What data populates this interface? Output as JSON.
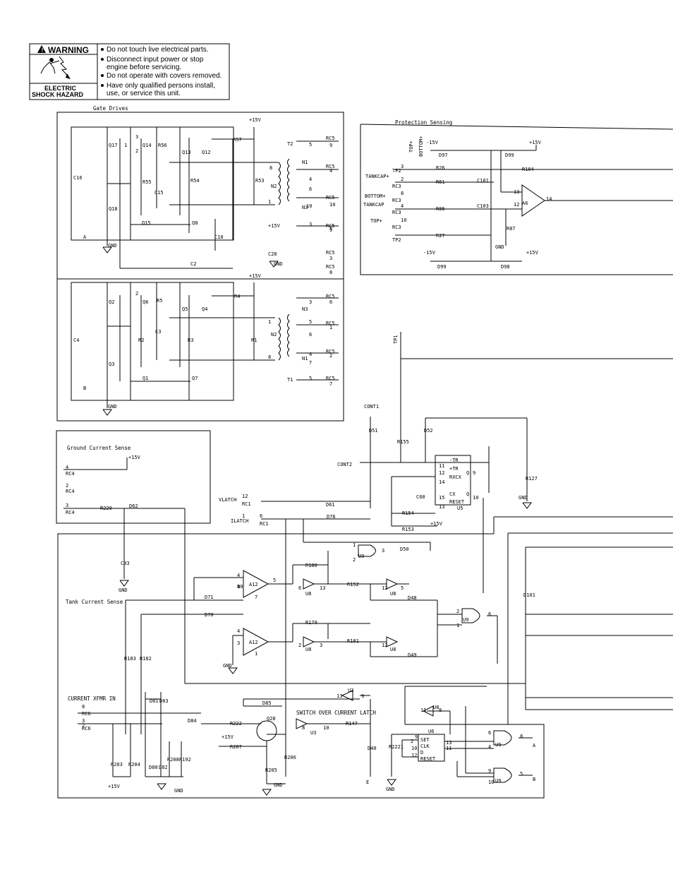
{
  "warning": {
    "heading": "WARNING",
    "hazard_label_1": "ELECTRIC",
    "hazard_label_2": "SHOCK HAZARD",
    "icon": "electric-shock-icon",
    "items": [
      "Do not touch live electrical parts.",
      "Disconnect input power or stop",
      "engine before servicing.",
      "Do not operate with covers removed.",
      "Have only qualified persons install,",
      "use, or service this unit."
    ]
  },
  "sections": {
    "gate_drives": "Gate Drives",
    "protection_sensing": "Protection Sensing",
    "ground_current_sense": "Ground Current Sense",
    "tank_current_sense": "Tank Current Sense",
    "current_xfmr_in": "CURRENT XFMR IN",
    "switch_over_current_latch": "SWITCH OVER CURRENT LATCH"
  },
  "gate_drives": {
    "labels": [
      "Q17",
      "Q18",
      "Q14",
      "R56",
      "R55",
      "C15",
      "R54",
      "Q13",
      "Q12",
      "R57",
      "R53",
      "T2",
      "N1",
      "N2",
      "N3",
      "Q15",
      "Q8",
      "C10",
      "C16",
      "A",
      "GND",
      "+15V",
      "C2",
      "C20",
      "Q2",
      "Q3",
      "Q6",
      "R5",
      "R2",
      "C3",
      "R3",
      "Q5",
      "Q4",
      "R4",
      "R1",
      "T1",
      "N1",
      "N2",
      "N3",
      "Q1",
      "Q7",
      "C4",
      "B",
      "GND",
      "+15V",
      "+15V",
      "GND"
    ],
    "pins": [
      "3",
      "1",
      "2",
      "8",
      "1",
      "5",
      "4",
      "6",
      "10",
      "3",
      "3",
      "1",
      "6",
      "5",
      "2",
      "4",
      "7",
      "8",
      "5"
    ],
    "connectors": [
      "RC5",
      "RC5",
      "RC5",
      "RC5",
      "RC5",
      "RC5",
      "RC5",
      "RC5",
      "RC5",
      "RC5",
      "RC5",
      "RC5"
    ],
    "rc5_pins": [
      "9",
      "4",
      "10",
      "5",
      "3",
      "8",
      "6",
      "1",
      "2",
      "7",
      "5"
    ]
  },
  "protection": {
    "labels": [
      "-15V",
      "+15V",
      "D97",
      "D99",
      "TOP+",
      "BOTTOM+",
      "TP2",
      "R26",
      "R104",
      "TANKCAP+",
      "RC3",
      "R61",
      "C101",
      "RC3",
      "BOTTOM+",
      "RC3",
      "TANKCAP",
      "R86",
      "C103",
      "A6",
      "TOP+",
      "RC3",
      "TP2",
      "R27",
      "R87",
      "GND",
      "-15V",
      "+15V",
      "D99",
      "D98"
    ],
    "pins": [
      "3",
      "2",
      "8",
      "4",
      "10",
      "13",
      "12",
      "14"
    ]
  },
  "ground_sense": {
    "labels": [
      "+15V",
      "RC4",
      "RC4",
      "RC4",
      "R220",
      "D62",
      "C93",
      "GND"
    ],
    "pins": [
      "4",
      "2",
      "3"
    ]
  },
  "control": {
    "labels": [
      "TP1",
      "CONT1",
      "D51",
      "R155",
      "D52",
      "CONT2",
      "-TR",
      "+TR",
      "RXCX",
      "CX",
      "RESET",
      "U5",
      "R127",
      "GND",
      "C60",
      "R154",
      "R153",
      "+15V",
      "VLATCH",
      "RC1",
      "D61",
      "ILATCH",
      "RC1",
      "D76",
      "U9",
      "D50",
      "R180",
      "A12",
      "U8",
      "R152",
      "U8",
      "D48",
      "D71",
      "D70",
      "A12",
      "U8",
      "R179",
      "R181",
      "U8",
      "D49",
      "U9",
      "GND",
      "R183",
      "R182",
      "D81",
      "D83",
      "D85",
      "U3",
      "D84",
      "R222",
      "Q28",
      "U3",
      "R147",
      "D40",
      "R2221",
      "U8",
      "U6",
      "SET",
      "CLK",
      "D",
      "RESET",
      "U9",
      "U9",
      "A",
      "B",
      "RC6",
      "RC6",
      "R203",
      "R204",
      "D80",
      "D82",
      "R208",
      "R192",
      "+15V",
      "GND",
      "R207",
      "+15V",
      "R205",
      "R206",
      "GND",
      "GND",
      "E",
      "Q",
      "Q",
      "D101"
    ],
    "pins": [
      "11",
      "12",
      "14",
      "13",
      "15",
      "9",
      "10",
      "12",
      "6",
      "1",
      "2",
      "3",
      "4",
      "10",
      "9",
      "8",
      "7",
      "5",
      "6",
      "13",
      "12",
      "5",
      "4",
      "3",
      "1",
      "2",
      "3",
      "12",
      "13",
      "9",
      "8",
      "10",
      "11",
      "8",
      "9",
      "10",
      "12",
      "13",
      "11",
      "8",
      "9",
      "10",
      "5",
      "6",
      "4",
      "2",
      "2",
      "1",
      "6",
      "8",
      "3",
      "2",
      "1"
    ]
  }
}
